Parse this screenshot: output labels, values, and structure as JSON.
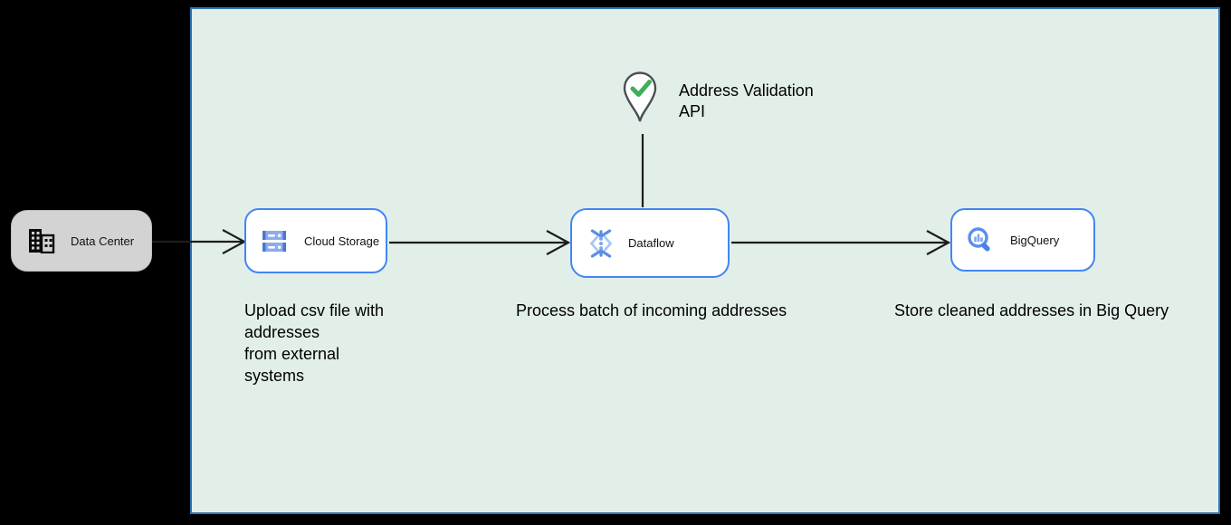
{
  "canvas": {
    "fill_color": "#e2efe8",
    "border_color": "#2e75b5",
    "outer_background": "#000000"
  },
  "nodes": {
    "data_center": {
      "label": "Data Center",
      "fill": "#d3d3d3",
      "icon": "building-icon"
    },
    "cloud_storage": {
      "label": "Cloud Storage",
      "border_color": "#4285f4",
      "icon": "cloud-storage-icon"
    },
    "dataflow": {
      "label": "Dataflow",
      "border_color": "#4285f4",
      "icon": "dataflow-icon"
    },
    "bigquery": {
      "label": "BigQuery",
      "border_color": "#4285f4",
      "icon": "bigquery-icon"
    }
  },
  "annotations": {
    "address_validation": "Address Validation\nAPI",
    "address_validation_icon": "location-pin-check-icon",
    "check_color": "#3fae58",
    "upload_caption": "Upload csv file with\naddresses\nfrom external\nsystems",
    "process_caption": "Process batch of incoming addresses",
    "store_caption": "Store cleaned addresses in Big Query"
  },
  "connectors": {
    "color": "#1d1d1d",
    "items": [
      {
        "name": "data-center-to-cloud-storage",
        "style": "open-arrow"
      },
      {
        "name": "cloud-storage-to-dataflow",
        "style": "open-arrow"
      },
      {
        "name": "dataflow-to-bigquery",
        "style": "open-arrow"
      },
      {
        "name": "address-validation-to-dataflow",
        "style": "plain-line"
      }
    ]
  }
}
